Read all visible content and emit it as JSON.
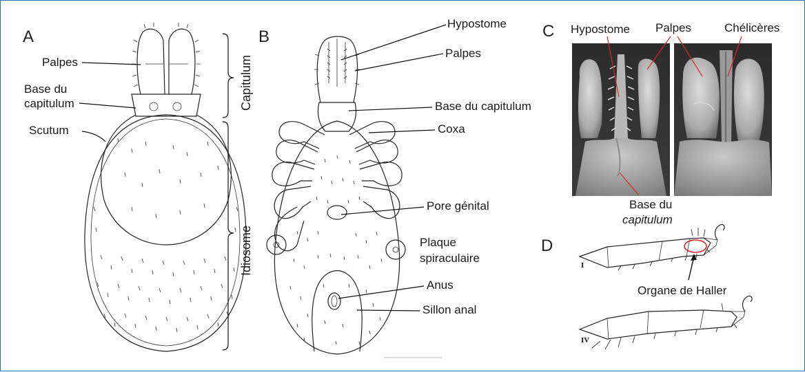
{
  "panels": {
    "a": {
      "letter": "A",
      "labels": {
        "palpes": "Palpes",
        "base_line1": "Base du",
        "base_line2": "capitulum",
        "scutum": "Scutum"
      }
    },
    "regions": {
      "capitulum": "Capitulum",
      "idiosome": "Idiosome"
    },
    "b": {
      "letter": "B",
      "labels": {
        "hypostome": "Hypostome",
        "palpes": "Palpes",
        "base": "Base du capitulum",
        "coxa": "Coxa",
        "pore": "Pore génital",
        "plaque_line1": "Plaque",
        "plaque_line2": "spiraculaire",
        "anus": "Anus",
        "sillon": "Sillon anal"
      }
    },
    "c": {
      "letter": "C",
      "labels": {
        "hypostome": "Hypostome",
        "palpes": "Palpes",
        "chelicerae": "Chélicères",
        "base_line1": "Base du",
        "base_line2": "capitulum"
      }
    },
    "d": {
      "letter": "D",
      "labels": {
        "leg1": "I",
        "leg4": "IV",
        "organ": "Organe de Haller"
      }
    }
  },
  "colors": {
    "frame": "#2e6fb5",
    "highlight": "#d6262b",
    "sem_dark": "#2a2a2a",
    "sem_mid": "#8a8a8a",
    "sem_light": "#c8c8c8"
  }
}
